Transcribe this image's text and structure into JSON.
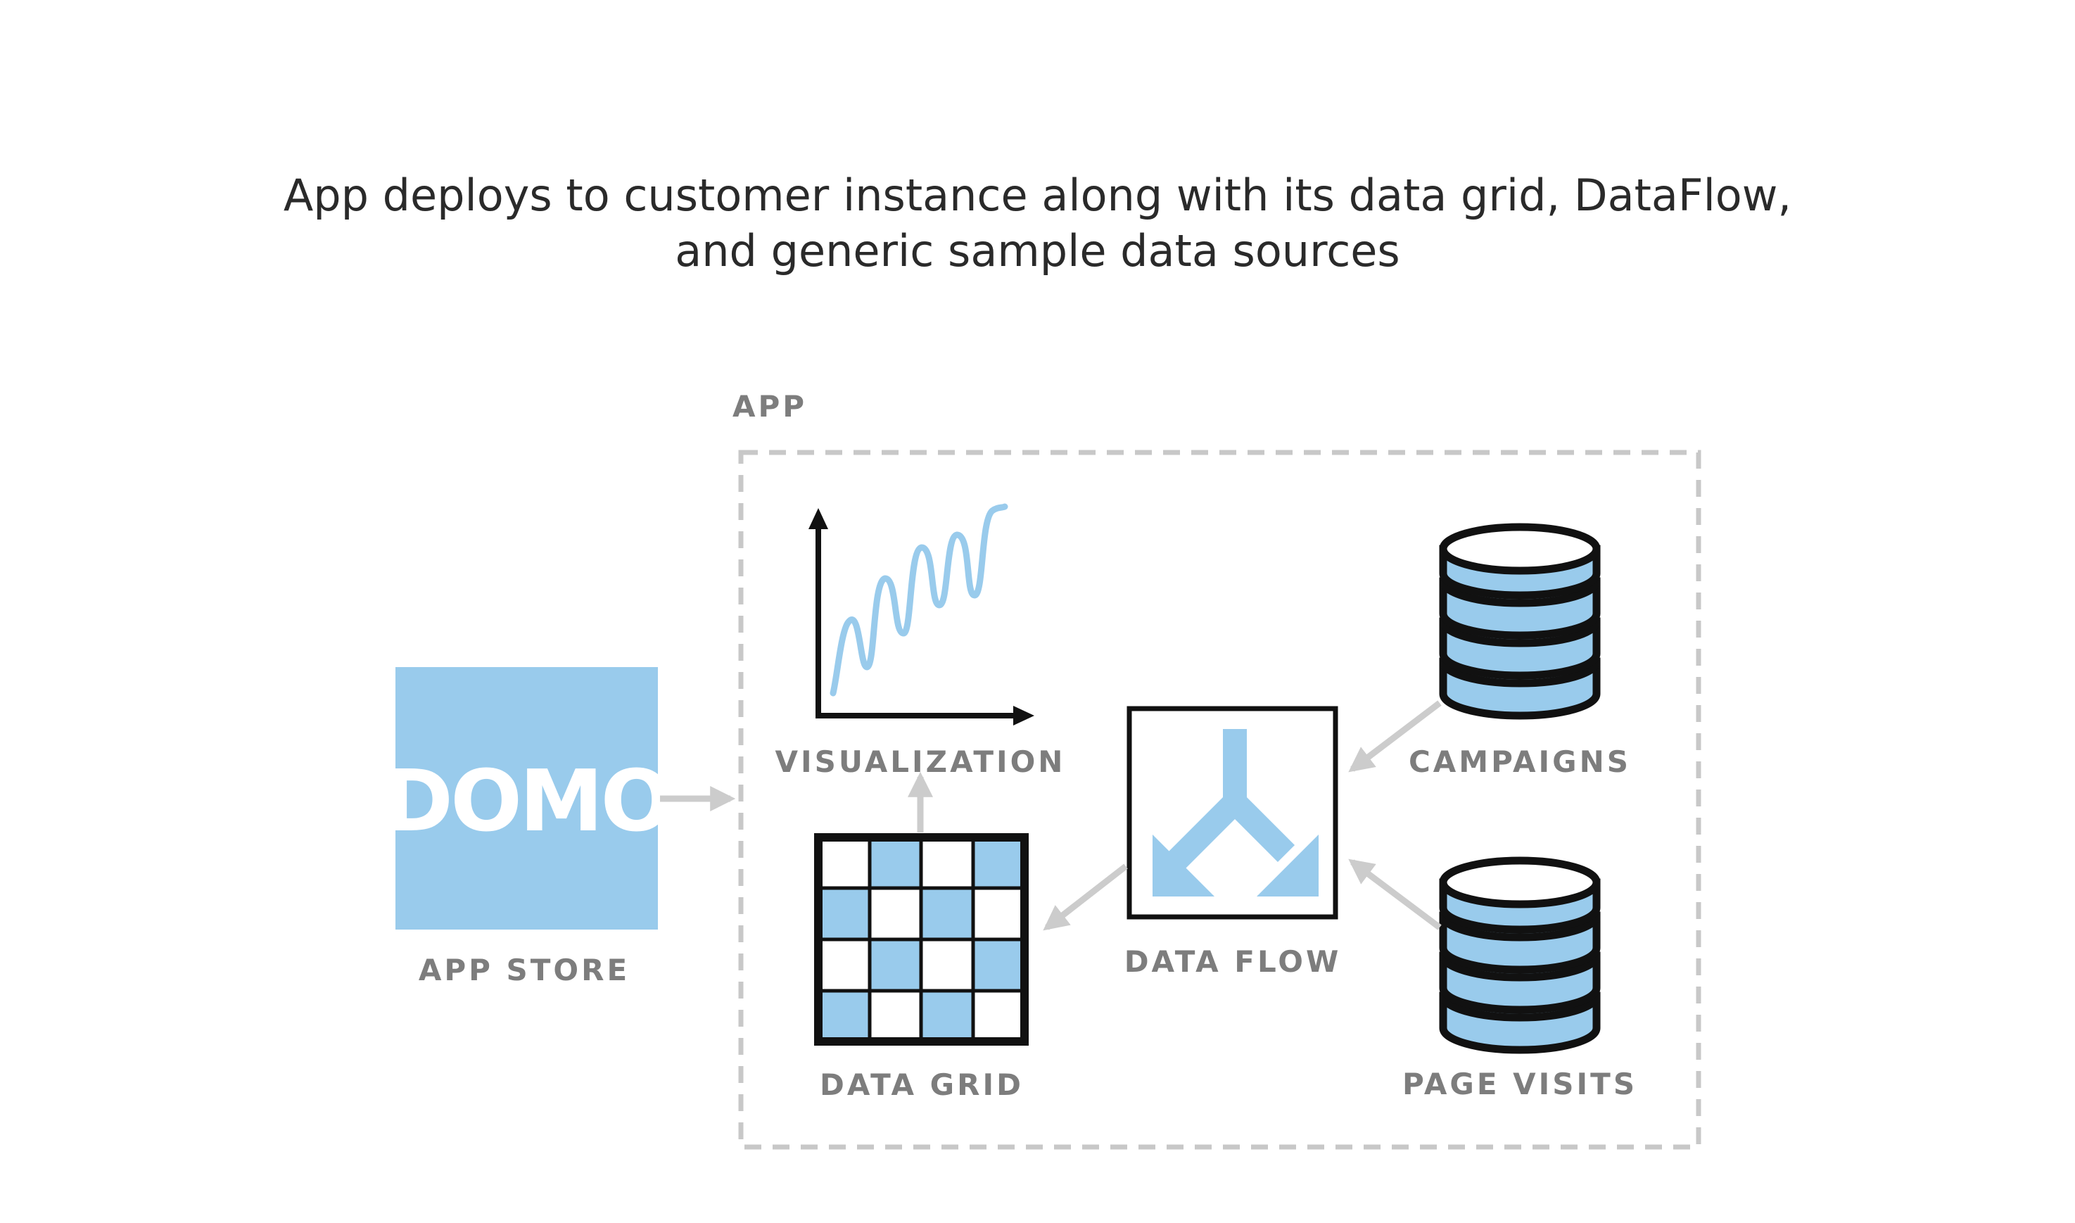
{
  "caption": {
    "line1": "App deploys to customer instance along with its data grid, DataFlow,",
    "line2": "and generic sample data sources"
  },
  "app_group": {
    "label": "APP"
  },
  "nodes": {
    "app_store": {
      "label": "APP STORE",
      "logo_text": "DOMO",
      "logo_color": "#99cbec"
    },
    "visualization": {
      "label": "VISUALIZATION"
    },
    "data_grid": {
      "label": "DATA GRID"
    },
    "data_flow": {
      "label": "DATA FLOW"
    },
    "campaigns": {
      "label": "CAMPAIGNS"
    },
    "page_visits": {
      "label": "PAGE VISITS"
    }
  },
  "edges": [
    {
      "from": "APP STORE",
      "to": "APP"
    },
    {
      "from": "DATA GRID",
      "to": "VISUALIZATION"
    },
    {
      "from": "DATA FLOW",
      "to": "DATA GRID"
    },
    {
      "from": "CAMPAIGNS",
      "to": "DATA FLOW"
    },
    {
      "from": "PAGE VISITS",
      "to": "DATA FLOW"
    }
  ],
  "colors": {
    "accent_blue": "#99cbec",
    "arrow_gray": "#cccccc",
    "label_gray": "#7d7d7d",
    "outline": "#111111"
  }
}
